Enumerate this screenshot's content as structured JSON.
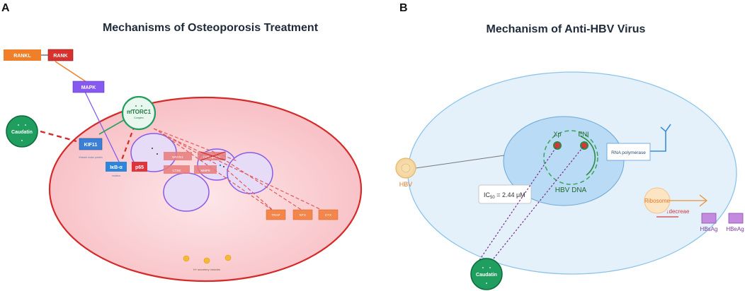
{
  "panel_a": {
    "letter": "A",
    "title": "Mechanisms of Osteoporosis Treatment",
    "rankl": "RANKL",
    "rank": "RANK",
    "mapk": "MAPK",
    "mtorc1": "mTORC1",
    "mtorc1_sub": "Complex",
    "caudatin": "Caudatin",
    "kif11": "KIF11",
    "kif11_sub": "Kinesin motor protein",
    "ikba": "IκB-α",
    "ikba_sub": "nucleus",
    "p65": "p65",
    "nfatc1": "NFATc1",
    "cathepsin": "Cathepsin K",
    "ctsk": "CTSK",
    "mmp9": "MMP9",
    "trap": "TRAP",
    "ntx": "NTX",
    "ctx": "CTX",
    "vesicles": "H+ secretory vesicles"
  },
  "panel_b": {
    "letter": "B",
    "title": "Mechanism of Anti-HBV Virus",
    "hbv": "HBV",
    "xp": "Xp",
    "enl": "ENI",
    "hbv_dna": "HBV DNA",
    "rna_pol": "RNA polymerase",
    "ic50_prefix": "IC",
    "ic50_sub": "50",
    "ic50_value": " = 2.44 μM",
    "ribosome": "Ribosome",
    "decrease": "↓decreae",
    "hbsag": "HBsAg",
    "hbeag": "HBeAg",
    "caudatin": "Caudatin"
  },
  "colors": {
    "cell_a_fill": "#fbd3d6",
    "cell_a_stroke": "#d42a2a",
    "cell_b_fill": "#e4f1fb",
    "cell_b_stroke": "#8cc4ea",
    "nucleus_b": "#b9dbf5",
    "caudatin": "#1f9e5f",
    "rankl": "#f07f2a",
    "rank": "#d8322f",
    "mapk": "#8659f0",
    "kif11": "#3b7fd6",
    "p65": "#e0343c",
    "ikba": "#2d86d8",
    "marker_orange": "#f3864b",
    "hbv_orange": "#e07a2c",
    "antigen_purple": "#c38ae0"
  }
}
